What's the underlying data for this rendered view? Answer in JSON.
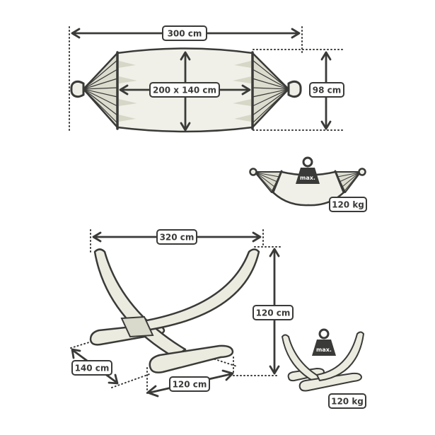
{
  "colors": {
    "ink": "#3a3a38",
    "fabric": "#eeeee6",
    "fabric_shade": "#d9d9cc",
    "stand": "#ecebe0",
    "label_bg": "#ffffff"
  },
  "hammock_top": {
    "length_label": "300 cm",
    "bed_label": "200 x 140 cm",
    "width_label": "98 cm"
  },
  "hammock_load": {
    "weight_icon_text": "max.",
    "load_label": "120 kg"
  },
  "stand": {
    "length_label": "320 cm",
    "height_label": "120 cm",
    "depth_label": "140 cm",
    "base_label": "120 cm"
  },
  "stand_load": {
    "weight_icon_text": "max.",
    "load_label": "120 kg"
  }
}
